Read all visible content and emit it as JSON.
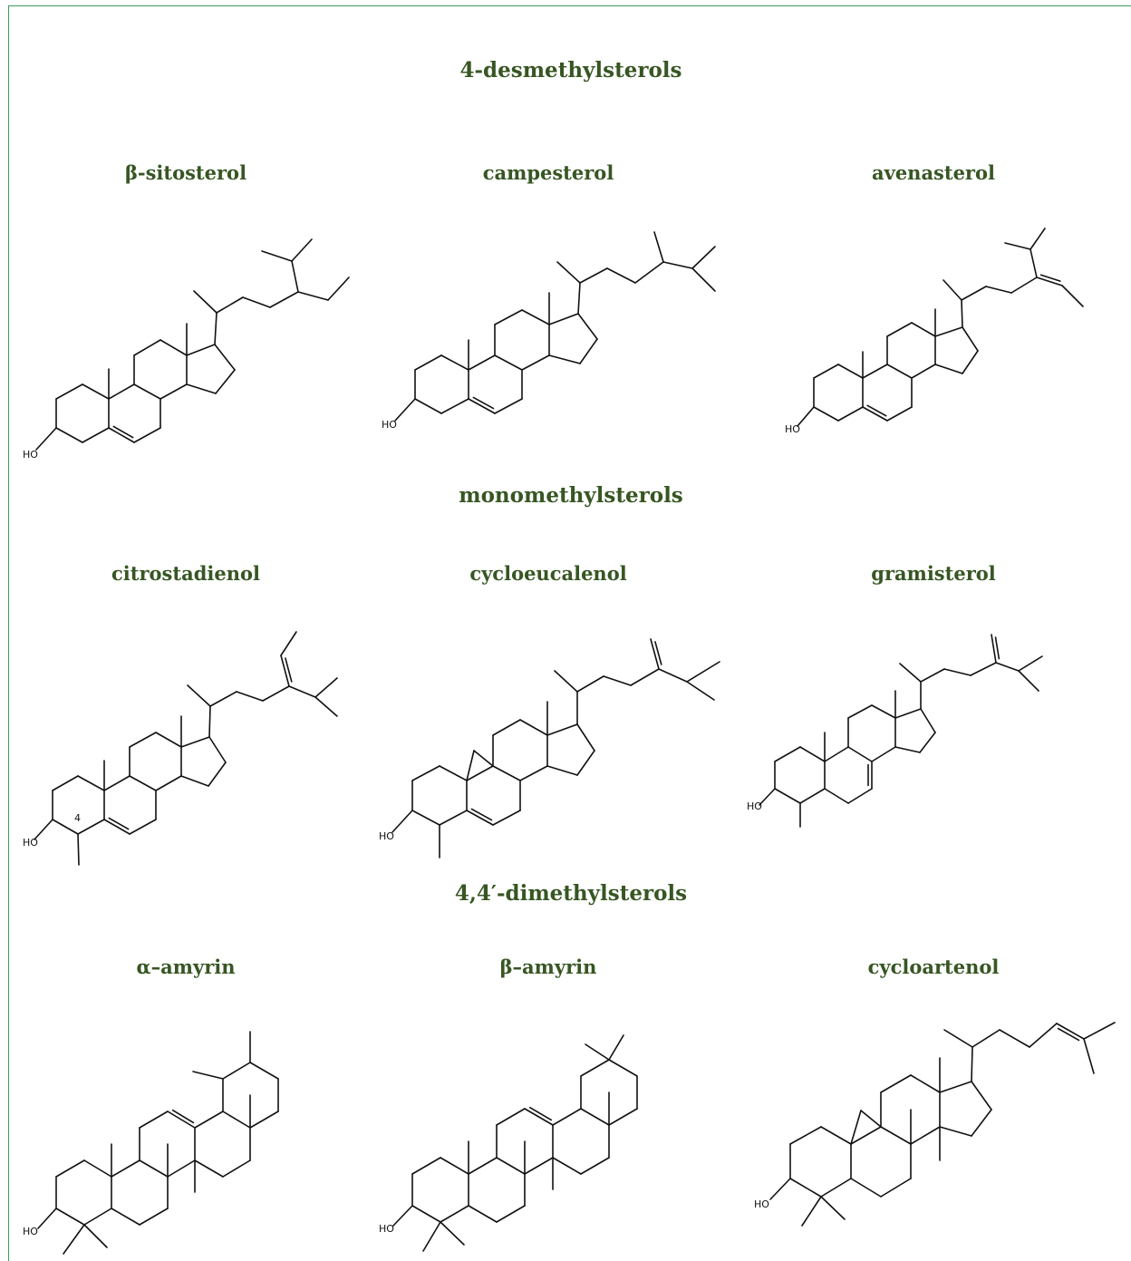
{
  "colors": {
    "heading_text": "#375623",
    "frame_border": "#3c9a5a",
    "bond_stroke": "#111111"
  },
  "groups": [
    {
      "heading": "4-desmethylsterols",
      "compounds": [
        {
          "name": "β-sitosterol",
          "hydroxyl_label": "HO"
        },
        {
          "name": "campesterol",
          "hydroxyl_label": "HO"
        },
        {
          "name": "avenasterol",
          "hydroxyl_label": "HO"
        }
      ]
    },
    {
      "heading": "monomethylsterols",
      "compounds": [
        {
          "name": "citrostadienol",
          "hydroxyl_label": "HO",
          "position_label": "4"
        },
        {
          "name": "cycloeucalenol",
          "hydroxyl_label": "HO"
        },
        {
          "name": "gramisterol",
          "hydroxyl_label": "HO"
        }
      ]
    },
    {
      "heading": "4,4′-dimethylsterols",
      "compounds": [
        {
          "name": "α–amyrin",
          "hydroxyl_label": "HO"
        },
        {
          "name": "β–amyrin",
          "hydroxyl_label": "HO"
        },
        {
          "name": "cycloartenol",
          "hydroxyl_label": "HO"
        }
      ]
    }
  ]
}
